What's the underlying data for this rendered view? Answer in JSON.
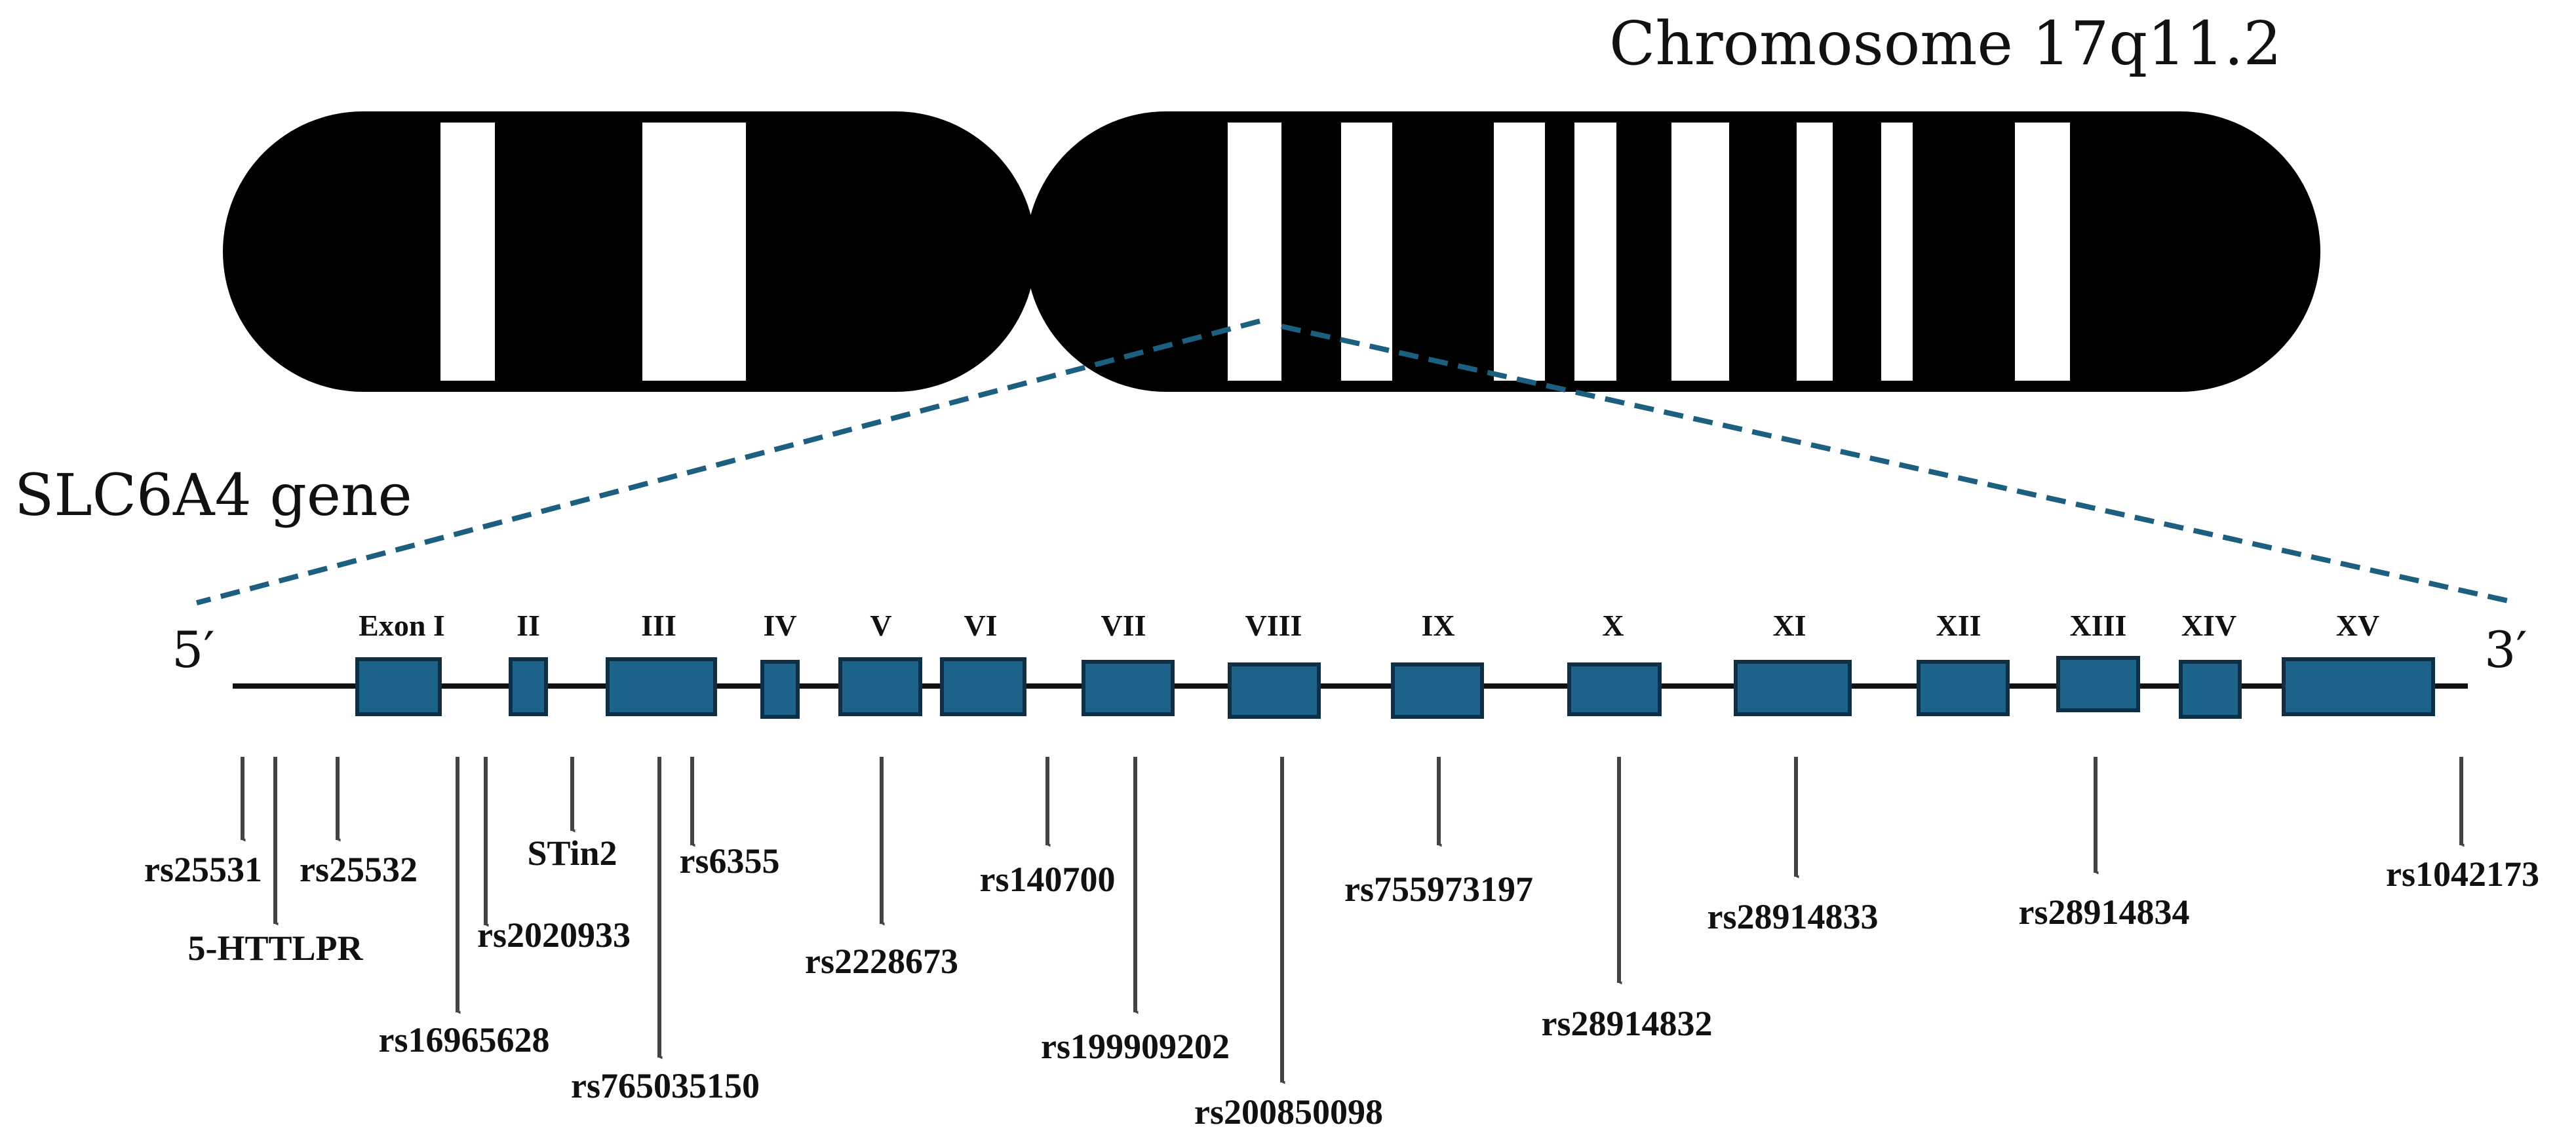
{
  "title": "Chromosome 17q11.2",
  "gene_label": "SLC6A4 gene",
  "five_prime": "5′",
  "three_prime": "3′",
  "colors": {
    "chromosome": "#000000",
    "band": "#ffffff",
    "exon_fill": "#1d6288",
    "exon_stroke": "#0e2f45",
    "zoom_line": "#1d5f7e",
    "arrow": "#444444",
    "line": "#111111"
  },
  "exons": [
    {
      "label": "Exon I"
    },
    {
      "label": "II"
    },
    {
      "label": "III"
    },
    {
      "label": "IV"
    },
    {
      "label": "V"
    },
    {
      "label": "VI"
    },
    {
      "label": "VII"
    },
    {
      "label": "VIII"
    },
    {
      "label": "IX"
    },
    {
      "label": "X"
    },
    {
      "label": "XI"
    },
    {
      "label": "XII"
    },
    {
      "label": "XIII"
    },
    {
      "label": "XIV"
    },
    {
      "label": "XV"
    }
  ],
  "variants": [
    {
      "label": "rs25531"
    },
    {
      "label": "5-HTTLPR"
    },
    {
      "label": "rs25532"
    },
    {
      "label": "rs16965628"
    },
    {
      "label": "rs2020933"
    },
    {
      "label": "STin2"
    },
    {
      "label": "rs765035150"
    },
    {
      "label": "rs6355"
    },
    {
      "label": "rs2228673"
    },
    {
      "label": "rs140700"
    },
    {
      "label": "rs199909202"
    },
    {
      "label": "rs200850098"
    },
    {
      "label": "rs755973197"
    },
    {
      "label": "rs28914832"
    },
    {
      "label": "rs28914833"
    },
    {
      "label": "rs28914834"
    },
    {
      "label": "rs1042173"
    }
  ]
}
